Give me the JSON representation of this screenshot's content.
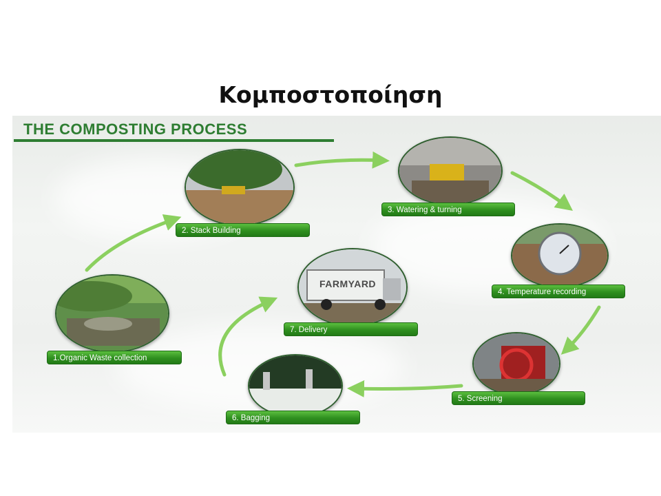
{
  "slide": {
    "title": "Κομποστοποίηση"
  },
  "figure": {
    "heading": "THE COMPOSTING PROCESS",
    "steps": [
      {
        "label": "1.Organic Waste collection"
      },
      {
        "label": "2. Stack Building"
      },
      {
        "label": "3. Watering & turning"
      },
      {
        "label": "4. Temperature recording"
      },
      {
        "label": "5. Screening"
      },
      {
        "label": "6. Bagging"
      },
      {
        "label": "7. Delivery"
      }
    ],
    "truck_text": "FARMYARD",
    "accent_color": "#2e7d32",
    "arrow_color": "#8bd05f"
  }
}
